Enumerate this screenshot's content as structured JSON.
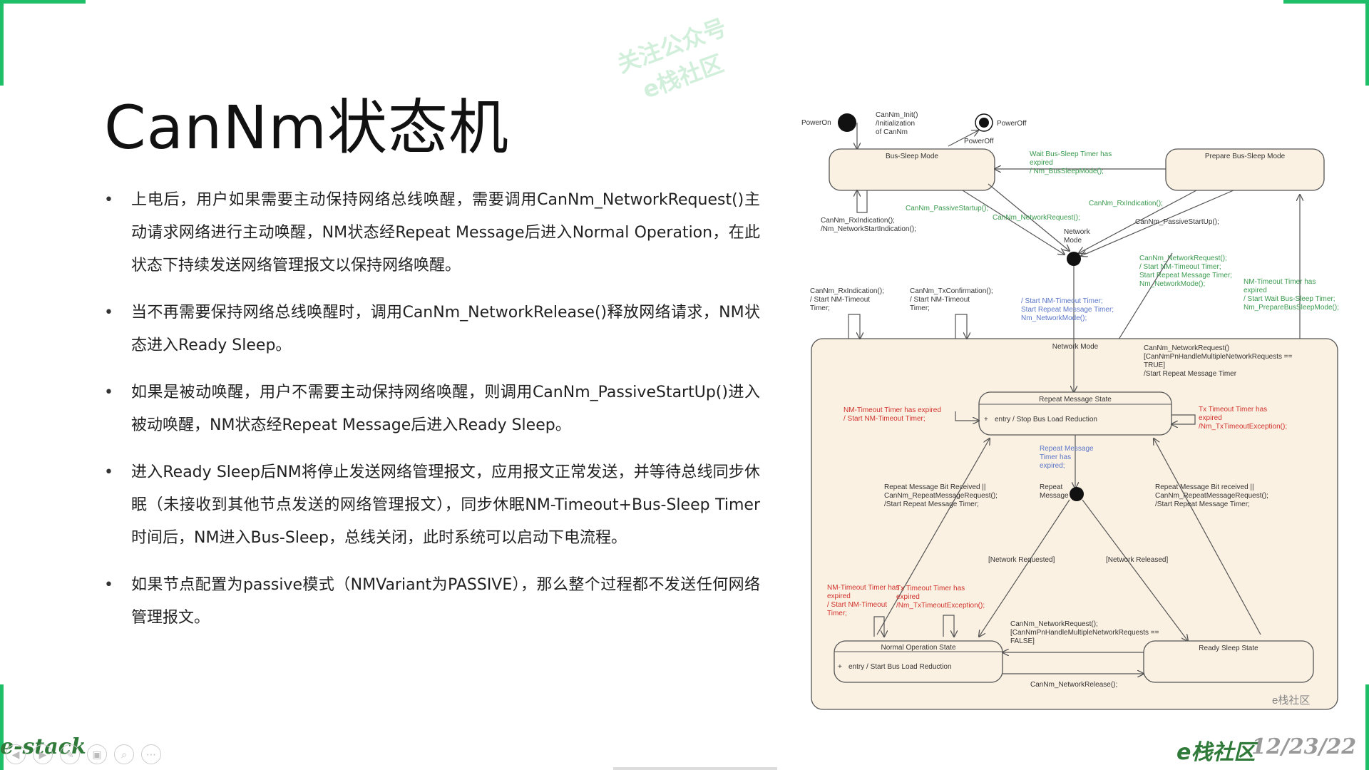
{
  "slide": {
    "title": "CanNm状态机",
    "bullets": [
      "上电后，用户如果需要主动保持网络总线唤醒，需要调用CanNm_NetworkRequest()主动请求网络进行主动唤醒，NM状态经Repeat Message后进入Normal Operation，在此状态下持续发送网络管理报文以保持网络唤醒。",
      "当不再需要保持网络总线唤醒时，调用CanNm_NetworkRelease()释放网络请求，NM状态进入Ready Sleep。",
      "如果是被动唤醒，用户不需要主动保持网络唤醒，则调用CanNm_PassiveStartUp()进入被动唤醒，NM状态经Repeat Message后进入Ready Sleep。",
      "进入Ready Sleep后NM将停止发送网络管理报文，应用报文正常发送，并等待总线同步休眠（未接收到其他节点发送的网络管理报文），同步休眠NM-Timeout+Bus-Sleep Timer时间后，NM进入Bus-Sleep，总线关闭，此时系统可以启动下电流程。",
      "如果节点配置为passive模式（NMVariant为PASSIVE），那么整个过程都不发送任何网络管理报文。"
    ],
    "bullet_symbol": "•",
    "watermark": [
      "关注公众号",
      "e栈社区"
    ]
  },
  "diagram": {
    "poweron": "PowerOn",
    "poweroff": "PowerOff",
    "poweroff_edge": "PowerOff",
    "init_label": [
      "CanNm_Init()",
      "/Initialization",
      "of CanNm"
    ],
    "bus_sleep": "Bus-Sleep Mode",
    "prepare_bus_sleep": "Prepare Bus-Sleep Mode",
    "wait_bus_sleep": [
      "Wait Bus-Sleep Timer has",
      "expired",
      "/ Nm_BusSleepMode();"
    ],
    "rx_indication_prep": "CanNm_RxIndication();",
    "passive_startup_left": "CanNm_PassiveStartup();",
    "network_request_left": "CanNm_NetworkRequest();",
    "passive_startup_right": "CanNm_PassiveStartUp();",
    "bus_sleep_rx": [
      "CanNm_RxIndication();",
      "/Nm_NetworkStartIndication();"
    ],
    "network_mode_entry": [
      "Network",
      "Mode"
    ],
    "prep_network_request": [
      "CanNm_NetworkRequest();",
      "/ Start NM-Timeout Timer;",
      "Start Repeat Message Timer;",
      "Nm_NetworkMode();"
    ],
    "nm_timeout_prep": [
      "NM-Timeout Timer has",
      "expired",
      "/ Start Wait Bus-Sleep Timer;",
      "Nm_PrepareBusSleepMode();"
    ],
    "rx_indication_nm": [
      "CanNm_RxIndication();",
      "/ Start NM-Timeout",
      "Timer;"
    ],
    "tx_confirmation_nm": [
      "CanNm_TxConfirmation();",
      "/ Start NM-Timeout",
      "Timer;"
    ],
    "entry_actions": [
      "/ Start NM-Timeout Timer;",
      "Start Repeat Message Timer;",
      "Nm_NetworkMode();"
    ],
    "network_mode": "Network Mode",
    "multi_request": [
      "CanNm_NetworkRequest()",
      "[CanNmPnHandleMultipleNetworkRequests ==",
      "TRUE]",
      "/Start Repeat Message Timer"
    ],
    "repeat_state": "Repeat Message State",
    "repeat_entry": "entry / Stop Bus Load Reduction",
    "nm_timeout_repeat": [
      "NM-Timeout Timer has expired",
      "/ Start NM-Timeout Timer;"
    ],
    "tx_timeout_repeat": [
      "Tx Timeout Timer has",
      "expired",
      "/Nm_TxTimeoutException();"
    ],
    "repeat_expired": [
      "Repeat Message",
      "Timer has",
      "expired;"
    ],
    "repeat_choice": [
      "Repeat",
      "Message"
    ],
    "repeat_bit_left": [
      "Repeat Message Bit Received ||",
      "CanNm_RepeatMessageRequest();",
      "/Start Repeat Message Timer;"
    ],
    "repeat_bit_right": [
      "Repeat Message Bit received ||",
      "CanNm_RepeatMessageRequest();",
      "/Start Repeat Message Timer;"
    ],
    "guard_requested": "[Network Requested]",
    "guard_released": "[Network Released]",
    "nm_timeout_normal": [
      "NM-Timeout Timer has",
      "expired",
      "/ Start NM-Timeout",
      "Timer;"
    ],
    "tx_timeout_normal": [
      "Tx Timeout Timer has",
      "expired",
      "/Nm_TxTimeoutException();"
    ],
    "request_false": [
      "CanNm_NetworkRequest();",
      "[CanNmPnHandleMultipleNetworkRequests ==",
      "FALSE]"
    ],
    "normal_state": "Normal Operation State",
    "normal_entry": "entry / Start Bus Load Reduction",
    "ready_state": "Ready Sleep State",
    "network_release": "CanNm_NetworkRelease();",
    "entry_plus": "+",
    "diagram_watermark": "e栈社区"
  },
  "footer": {
    "brand_left": "e-stack",
    "brand_right": "e栈社区",
    "date": "12/23/22"
  },
  "colors": {
    "accent": "#1fbf6a",
    "state_fill": "#fbf1e3",
    "red_label": "#d0322c",
    "green_label": "#3a9a4e",
    "blue_label": "#5a76c8",
    "line": "#555555"
  }
}
